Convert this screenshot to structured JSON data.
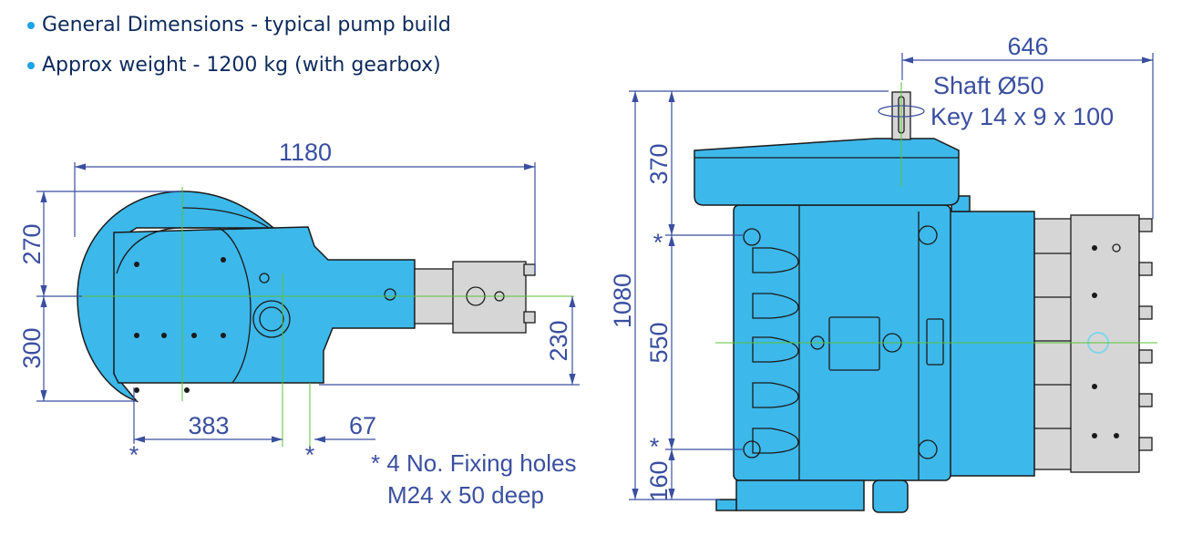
{
  "header": {
    "bullets": [
      "General Dimensions - typical pump build",
      "Approx weight - 1200 kg (with gearbox)"
    ]
  },
  "side_view": {
    "dim_width": "1180",
    "dim_upper_height": "270",
    "dim_lower_height": "300",
    "dim_shaft_height": "230",
    "dim_hole_spacing": "383",
    "dim_hole_offset": "67",
    "hole_marker": "*"
  },
  "notes": {
    "fixing_line1": "* 4 No. Fixing holes",
    "fixing_line2": "M24 x 50 deep"
  },
  "front_view": {
    "dim_total_height": "1080",
    "dim_top": "370",
    "dim_middle": "550",
    "dim_bottom": "160",
    "dim_shaft_offset": "646",
    "shaft_label": "Shaft Ø50",
    "key_label": "Key 14 x 9 x 100",
    "hole_marker": "*"
  },
  "colors": {
    "body": "#3db8ea",
    "dimension": "#3a4fa0",
    "heading": "#0d2a5c"
  }
}
